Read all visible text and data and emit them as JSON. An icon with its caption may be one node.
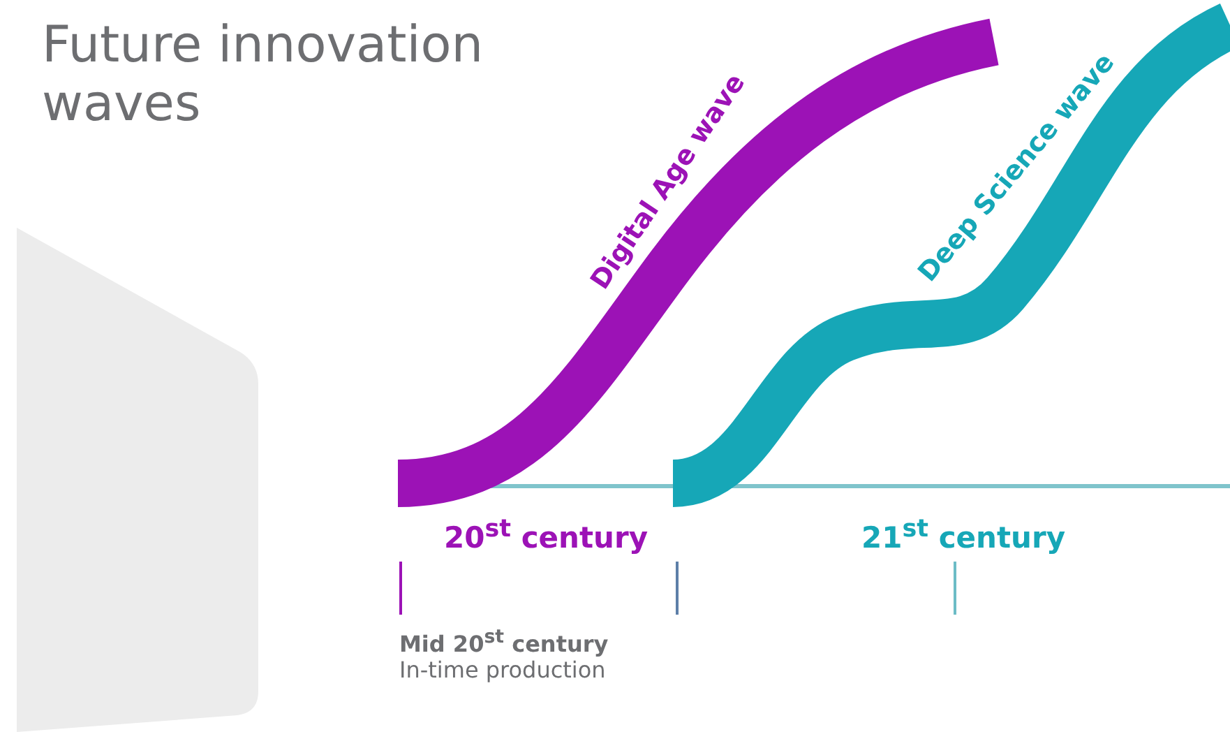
{
  "diagram": {
    "title": "Future innovation waves",
    "labels": [
      "Digital Age wave",
      "Deep Science wave",
      "20$^{st}$ century",
      "21$^{st}$ century",
      "Mid 20$^{st}$ century",
      "In-time production"
    ]
  }
}
